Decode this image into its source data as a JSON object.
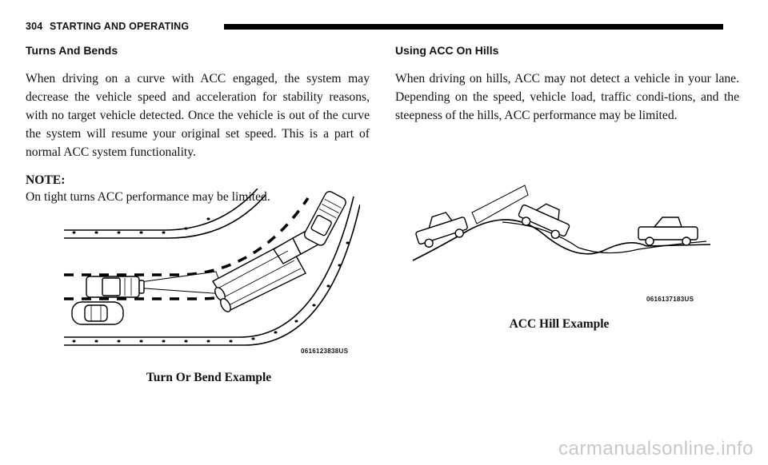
{
  "header": {
    "page_number": "304",
    "section": "STARTING AND OPERATING"
  },
  "left": {
    "heading": "Turns And Bends",
    "paragraph": "When driving on a curve with ACC engaged, the system may decrease the vehicle speed and acceleration for stability reasons, with no target vehicle detected. Once the vehicle is out of the curve the system will resume your original set speed. This is a part of normal ACC system functionality.",
    "note_label": "NOTE:",
    "note_text": "On tight turns ACC performance may be limited.",
    "figure_code": "0616123838US",
    "caption": "Turn Or Bend Example"
  },
  "right": {
    "heading": "Using ACC On Hills",
    "paragraph": "When driving on hills, ACC may not detect a vehicle in your lane. Depending on the speed, vehicle load, traffic condi-tions, and the steepness of the hills, ACC performance may be limited.",
    "figure_code": "0616137183US",
    "caption": "ACC Hill Example"
  },
  "watermark": "carmanualsonline.info"
}
